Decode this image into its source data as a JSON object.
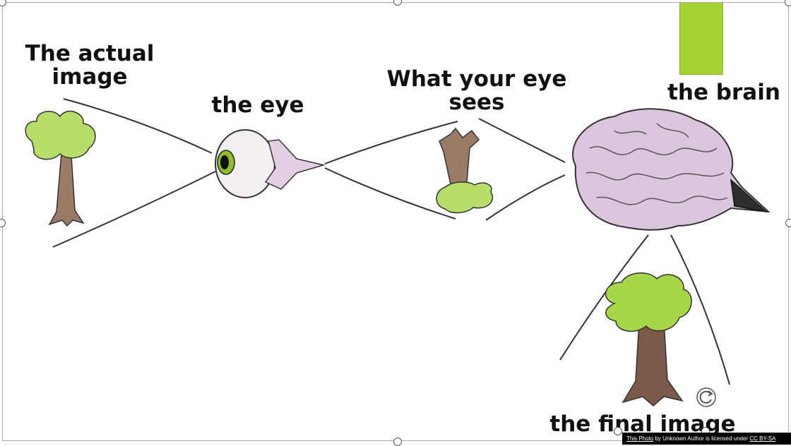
{
  "labels": {
    "actual_image": "The actual\nimage",
    "eye": "the eye",
    "eye_sees": "What your eye\nsees",
    "brain": "the brain",
    "final_image": "the final image"
  },
  "attribution": {
    "link_text": "This Photo",
    "middle_text": " by Unknown Author is licensed under ",
    "license_text": "CC BY-SA"
  },
  "colors": {
    "tree_foliage": "#a6d64a",
    "trunk": "#8a6a55",
    "brain": "#d7c3d8",
    "accent_shape": "#a4d233",
    "eye_iris": "#8fbd2c"
  },
  "icons": {
    "rotate": "rotate-handle-icon"
  }
}
